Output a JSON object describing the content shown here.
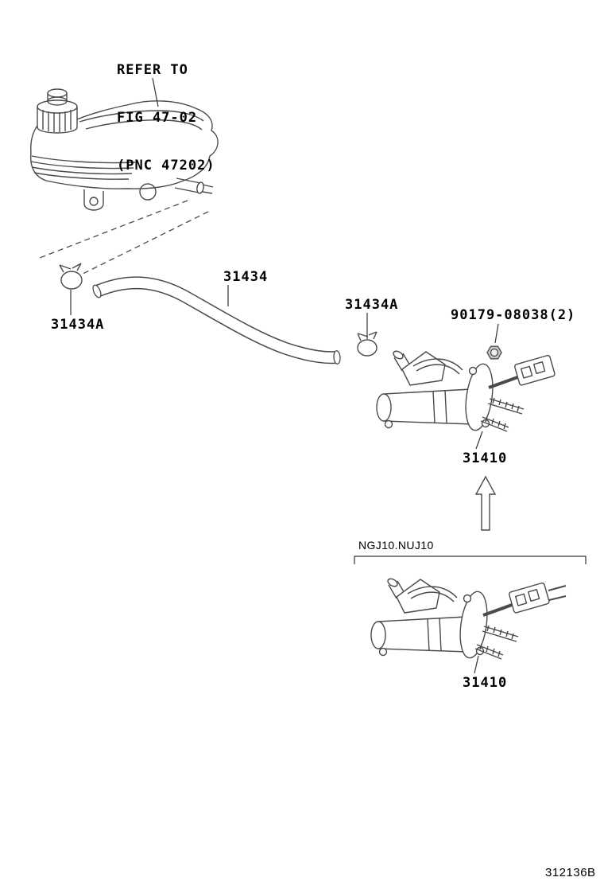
{
  "page": {
    "background": "#ffffff",
    "ink": "#000000",
    "line_color": "#4a4a4a"
  },
  "labels": {
    "refer_note": {
      "line1": "REFER TO",
      "line2": "FIG 47-02",
      "line3": "(PNC 47202)"
    },
    "hose": "31434",
    "clamp_left": "31434A",
    "clamp_mid": "31434A",
    "nut": "90179-08038(2)",
    "cylinder_upper": "31410",
    "cylinder_lower": "31410",
    "model_code": "NGJ10.NUJ10",
    "figure_code": "312136B"
  }
}
